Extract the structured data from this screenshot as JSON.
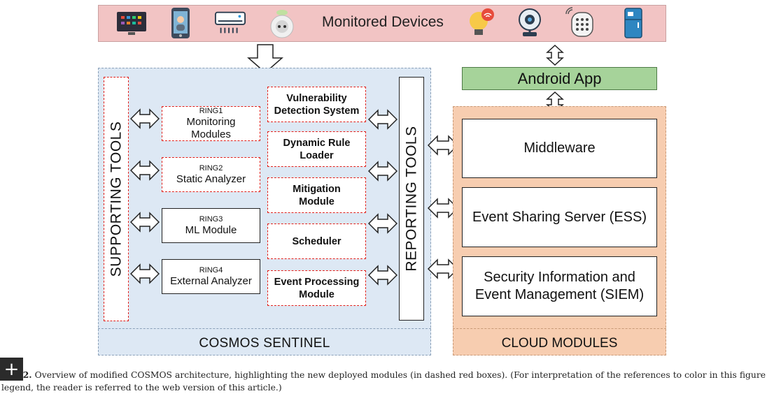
{
  "devices": {
    "title": "Monitored Devices"
  },
  "sentinel": {
    "label": "COSMOS SENTINEL",
    "supporting_tools": "SUPPORTING TOOLS",
    "reporting_tools": "REPORTING TOOLS",
    "rings": [
      {
        "ring": "RING1",
        "name": "Monitoring\nModules"
      },
      {
        "ring": "RING2",
        "name": "Static Analyzer"
      },
      {
        "ring": "RING3",
        "name": "ML Module"
      },
      {
        "ring": "RING4",
        "name": "External Analyzer"
      }
    ],
    "modules": [
      "Vulnerability\nDetection System",
      "Dynamic Rule\nLoader",
      "Mitigation\nModule",
      "Scheduler",
      "Event Processing\nModule"
    ]
  },
  "android_app": "Android App",
  "cloud": {
    "label": "CLOUD MODULES",
    "boxes": [
      "Middleware",
      "Event Sharing Server (ESS)",
      "Security Information and\nEvent Management (SIEM)"
    ]
  },
  "caption": {
    "fig": "Fig. 2.",
    "text": " Overview of modified COSMOS architecture, highlighting the new deployed modules (in dashed red boxes). (For interpretation of the references to color in this figure legend, the reader is referred to the web version of this article.)"
  },
  "colors": {
    "devices_bg": "#f2c4c4",
    "sentinel_bg": "#dde8f4",
    "cloud_bg": "#f7cdb0",
    "android_bg": "#a6d39a",
    "new_module_border": "#e0201b"
  },
  "icons": [
    "tv-icon",
    "smartphone-icon",
    "air-conditioner-icon",
    "smart-plug-icon",
    "smart-bulb-icon",
    "camera-icon",
    "smart-speaker-icon",
    "smart-fridge-icon"
  ]
}
